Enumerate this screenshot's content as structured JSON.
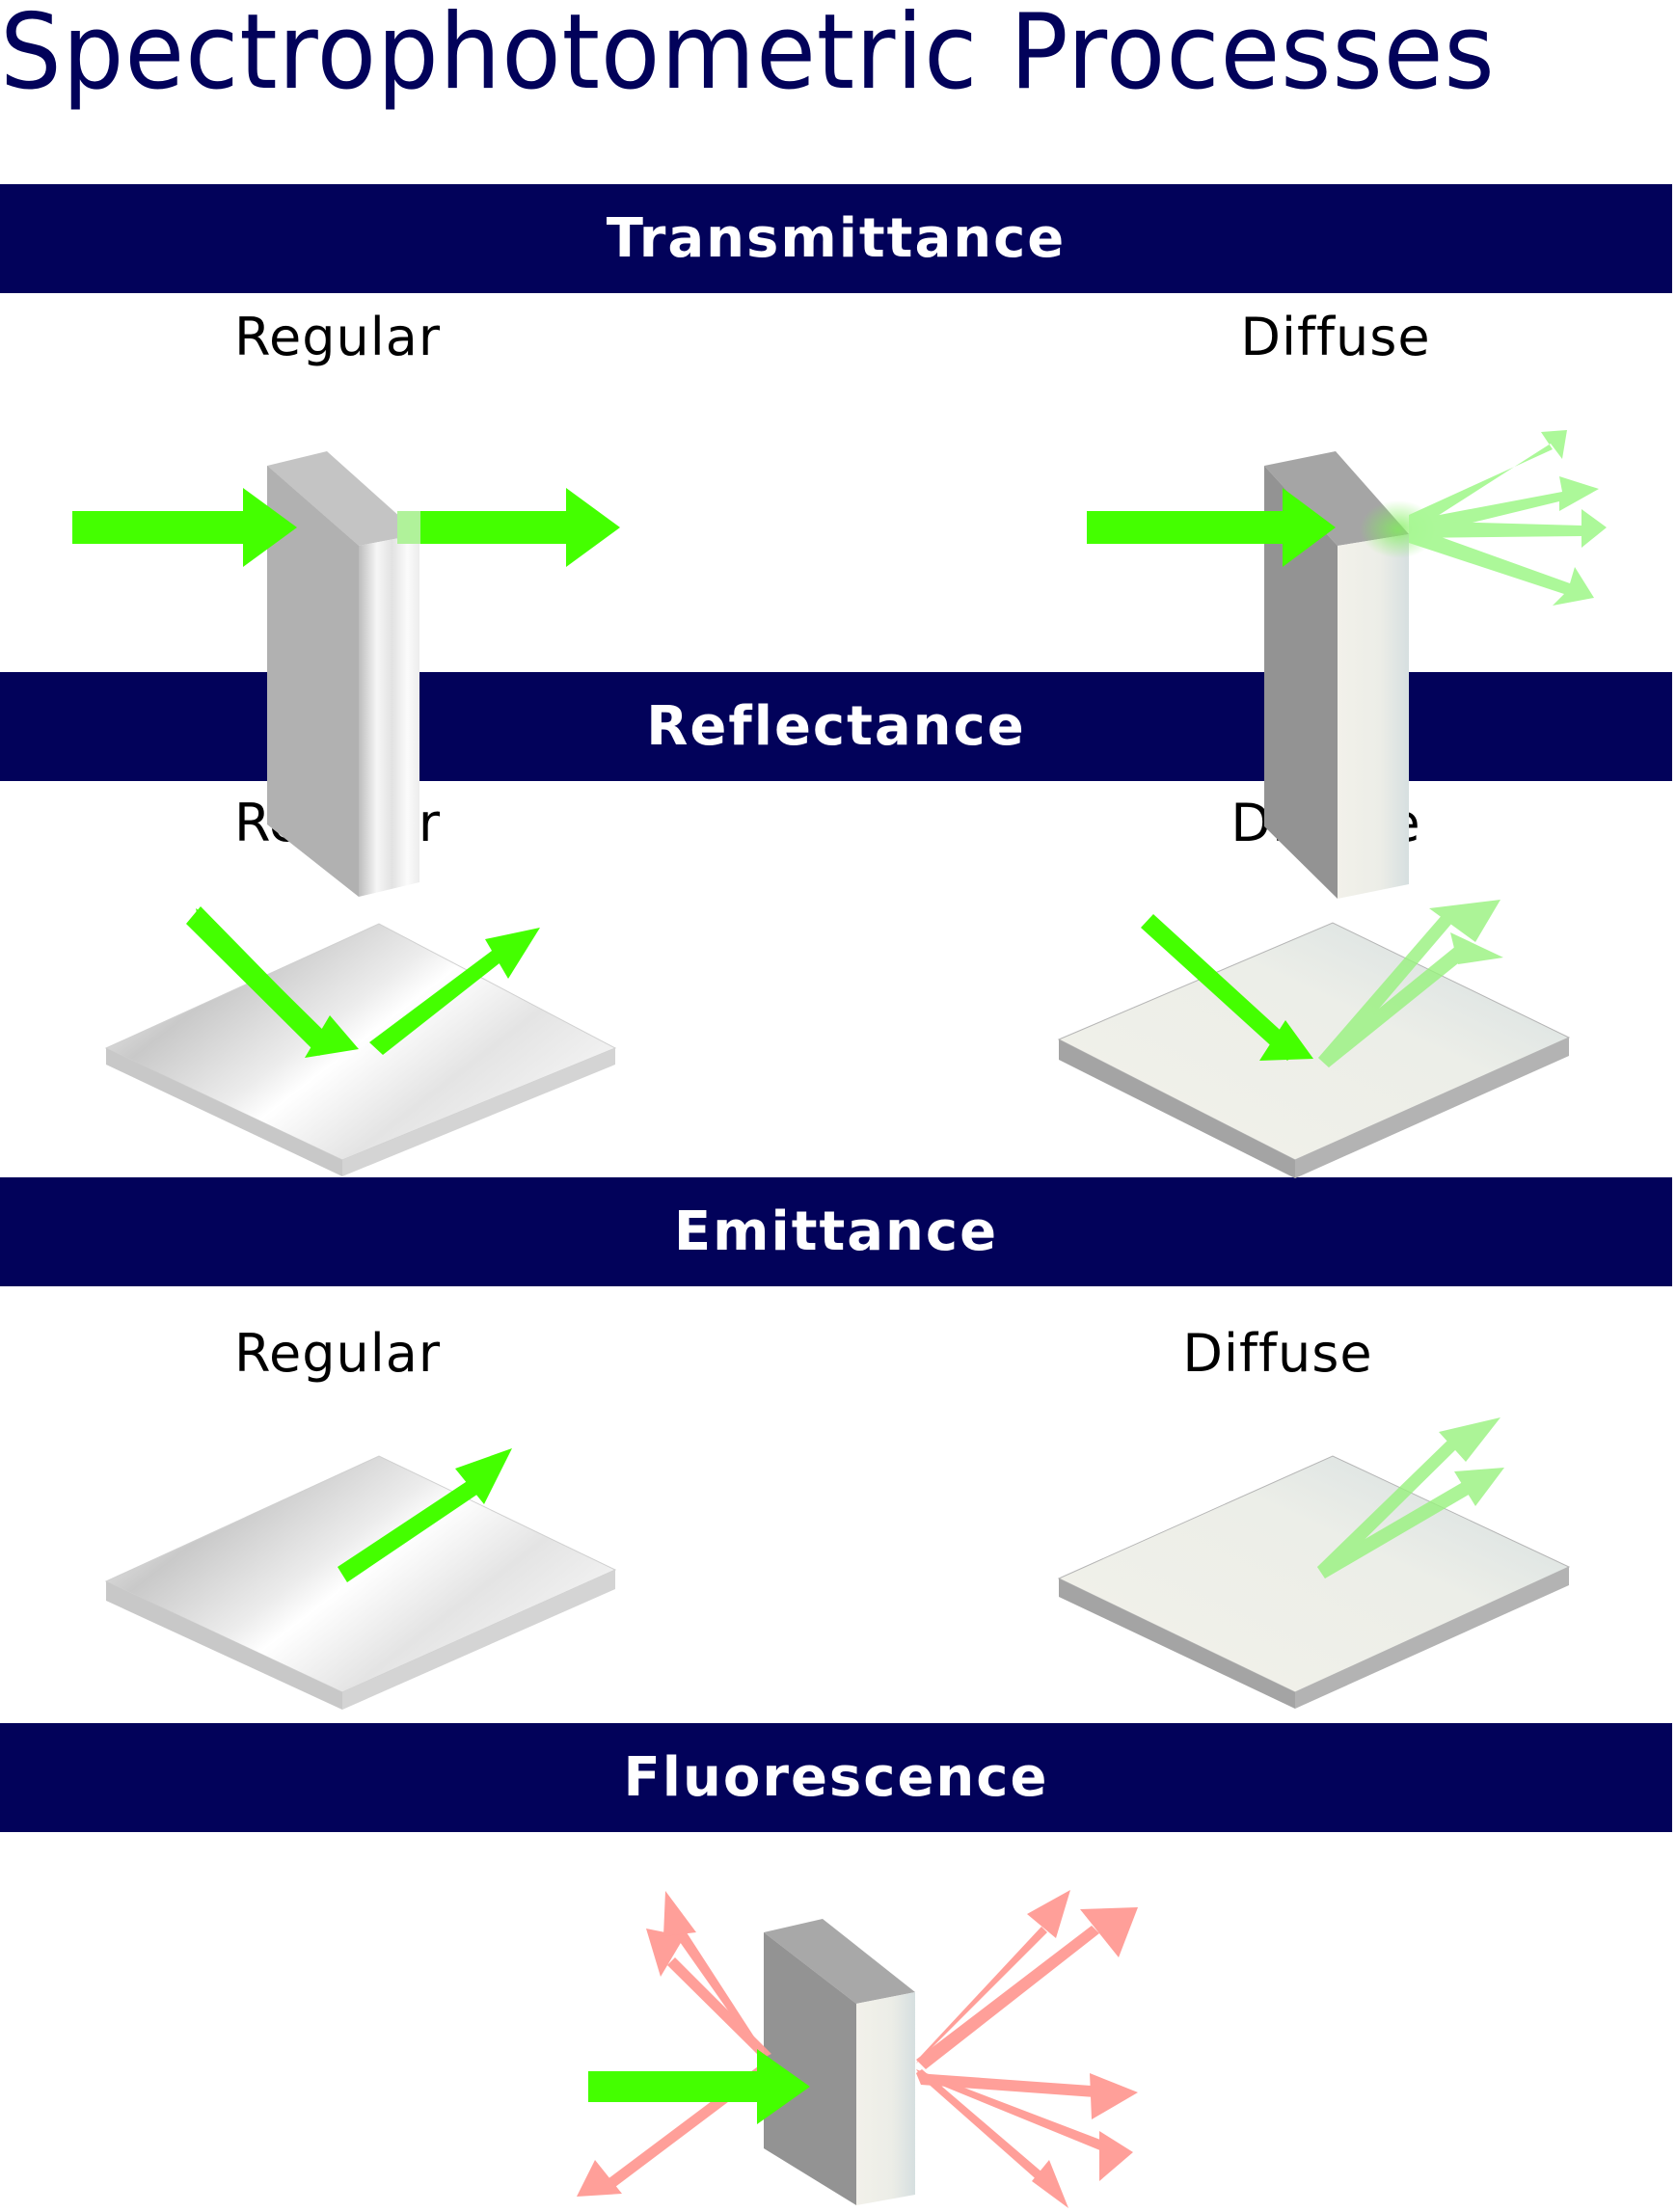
{
  "title": "Spectrophotometric Processes",
  "colors": {
    "banner": "#02025a",
    "incident_arrow": "#44ff00",
    "scattered_arrow": "#a8f894",
    "fluorescent_arrow": "#ff9a94"
  },
  "sections": [
    {
      "heading": "Transmittance",
      "panels": [
        {
          "label": "Regular",
          "diagram": "light passes straight through a clear block"
        },
        {
          "label": "Diffuse",
          "diagram": "light scatters in several directions after passing through a translucent block"
        }
      ]
    },
    {
      "heading": "Reflectance",
      "panels": [
        {
          "label": "Regular",
          "diagram": "light reflects at equal angle off a glossy plate"
        },
        {
          "label": "Diffuse",
          "diagram": "light reflects in several directions off a matte plate"
        }
      ]
    },
    {
      "heading": "Emittance",
      "panels": [
        {
          "label": "Regular",
          "diagram": "single ray emitted from a glossy plate"
        },
        {
          "label": "Diffuse",
          "diagram": "several rays emitted from a matte plate"
        }
      ]
    },
    {
      "heading": "Fluorescence",
      "panels": [
        {
          "label": "",
          "diagram": "incident green light causes red light emitted in all directions from a block"
        }
      ]
    }
  ]
}
